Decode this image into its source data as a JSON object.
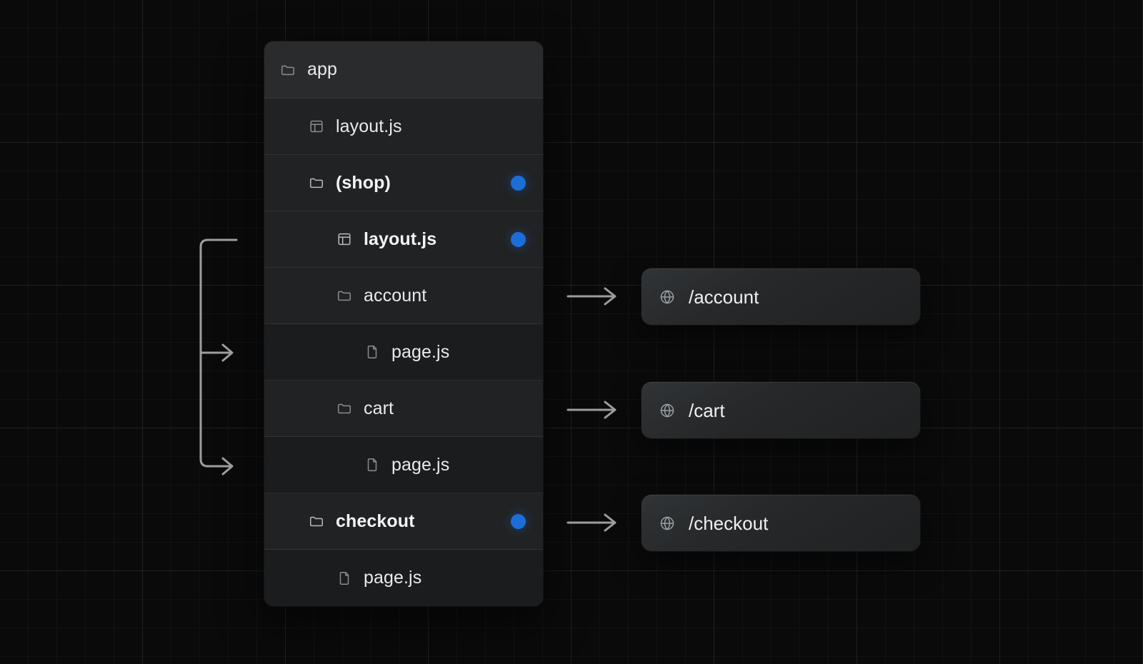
{
  "theme": {
    "background": "#0a0a0a",
    "grid_line": "rgba(255,255,255,0.055)",
    "panel_bg": "#212223",
    "panel_header_bg": "#2a2b2c",
    "accent_dot": "#1b6ed8",
    "text_primary": "#e8eaec",
    "icon_muted": "#8b8f92",
    "connector_stroke": "#9a9ea1"
  },
  "file_tree": {
    "name": "app-router-file-tree",
    "rows": [
      {
        "label": "app",
        "icon": "folder-icon",
        "indent": 0,
        "bold": false,
        "header": true,
        "dot": false
      },
      {
        "label": "layout.js",
        "icon": "layout-panel-icon",
        "indent": 1,
        "bold": false,
        "header": false,
        "dot": false
      },
      {
        "label": "(shop)",
        "icon": "folder-icon",
        "indent": 1,
        "bold": true,
        "header": false,
        "dot": true
      },
      {
        "label": "layout.js",
        "icon": "layout-panel-icon",
        "indent": 2,
        "bold": true,
        "header": false,
        "dot": true
      },
      {
        "label": "account",
        "icon": "folder-icon",
        "indent": 2,
        "bold": false,
        "header": false,
        "dot": false
      },
      {
        "label": "page.js",
        "icon": "file-icon",
        "indent": 3,
        "bold": false,
        "header": false,
        "dot": false
      },
      {
        "label": "cart",
        "icon": "folder-icon",
        "indent": 2,
        "bold": false,
        "header": false,
        "dot": false
      },
      {
        "label": "page.js",
        "icon": "file-icon",
        "indent": 3,
        "bold": false,
        "header": false,
        "dot": false
      },
      {
        "label": "checkout",
        "icon": "folder-icon",
        "indent": 1,
        "bold": true,
        "header": false,
        "dot": true
      },
      {
        "label": "page.js",
        "icon": "file-icon",
        "indent": 2,
        "bold": false,
        "header": false,
        "dot": false
      }
    ]
  },
  "routes": [
    {
      "label": "/account",
      "icon": "globe-icon"
    },
    {
      "label": "/cart",
      "icon": "globe-icon"
    },
    {
      "label": "/checkout",
      "icon": "globe-icon"
    }
  ],
  "connectors": {
    "layout_scope_bracket": {
      "name": "shop-layout-scope-bracket",
      "description": "bracket from (shop)/layout.js wrapping the two page.js routes"
    },
    "route_arrows": [
      {
        "name": "arrow-account-to-route"
      },
      {
        "name": "arrow-cart-to-route"
      },
      {
        "name": "arrow-checkout-to-route"
      }
    ]
  }
}
